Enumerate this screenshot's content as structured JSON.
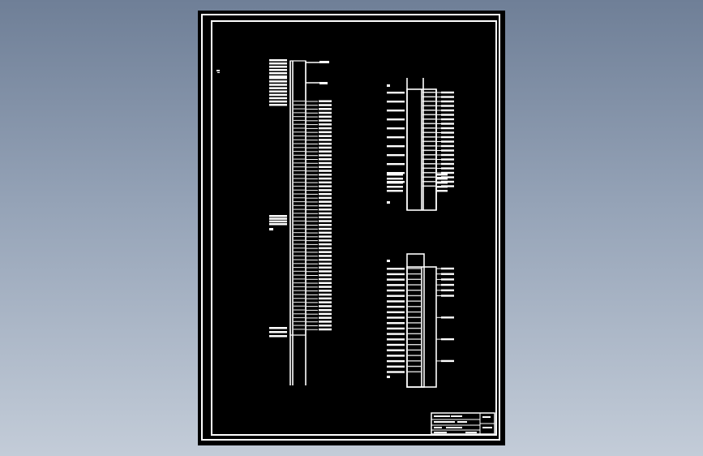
{
  "viewer": {
    "background_top": "#6f7f97",
    "background_bottom": "#c3ccd8"
  },
  "drawing": {
    "paper_color": "#000000",
    "line_color": "#ffffff",
    "text_legible": false
  },
  "title_block": {
    "present": true,
    "position": "bottom-right",
    "legible_text": ""
  },
  "terminal_strips": [
    {
      "id": "left-long-strip",
      "approx_terminal_rows": 60
    },
    {
      "id": "upper-right-strip",
      "approx_terminal_rows": 22
    },
    {
      "id": "lower-right-strip",
      "approx_terminal_rows": 20
    }
  ]
}
